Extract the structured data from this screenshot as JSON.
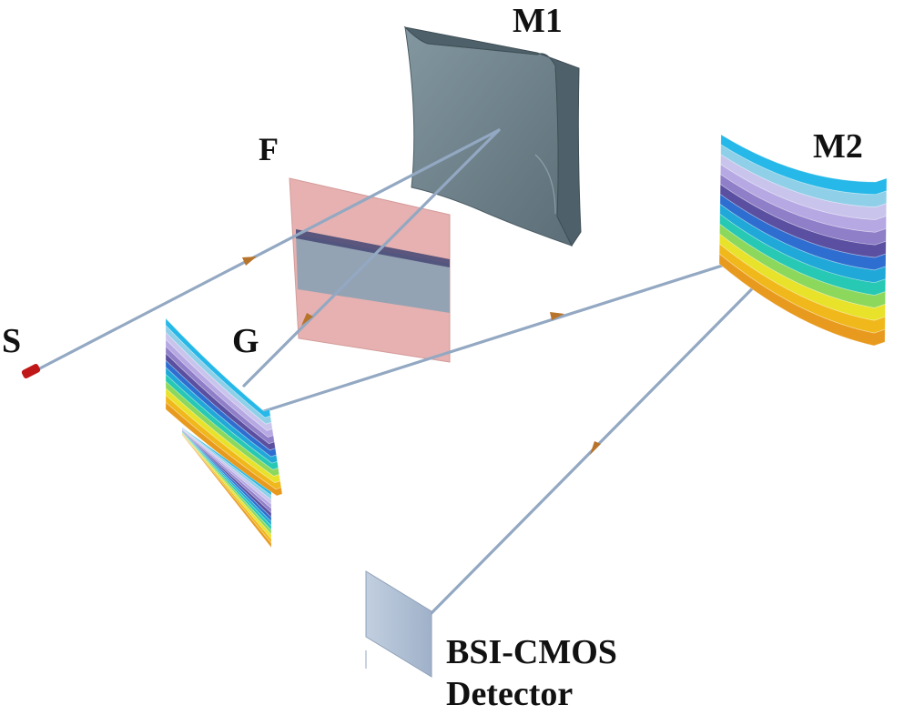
{
  "labels": {
    "m1": "M1",
    "m2": "M2",
    "filter": "F",
    "source": "S",
    "grating": "G",
    "detector_line1": "BSI-CMOS",
    "detector_line2": "Detector"
  },
  "colors": {
    "beam": "#93a8c2",
    "arrow": "#b8742a",
    "mirror_m1": "#6d8189",
    "filter_pink": "#e3a7a6",
    "filter_band": "#8fa2b3",
    "source": "#c01818",
    "detector": "#aabbd2",
    "rainbow": [
      "#25b8e8",
      "#8fd0e8",
      "#c9c4ec",
      "#b6a8e2",
      "#8f7ec8",
      "#5a4fa0",
      "#2e6ed0",
      "#1fa8d8",
      "#27c9b4",
      "#8cd85c",
      "#e8e22a",
      "#f0b81a",
      "#e89a1e"
    ]
  }
}
